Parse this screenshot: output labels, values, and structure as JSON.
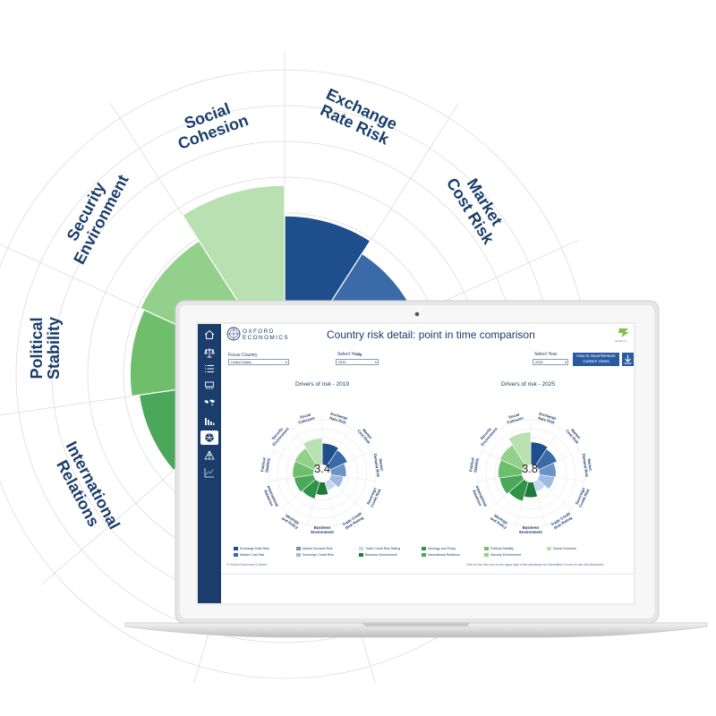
{
  "background_chart": {
    "labels": [
      {
        "text": "Exchange\nRate Risk",
        "rot": 25
      },
      {
        "text": "Market\nCost Risk",
        "rot": 58
      },
      {
        "text": "Social\nCohesion",
        "rot": -20
      },
      {
        "text": "Security\nEnvironment",
        "rot": -62
      },
      {
        "text": "Political\nStability",
        "rot": -90
      },
      {
        "text": "International\nRelations",
        "rot": 62
      }
    ]
  },
  "app": {
    "logo_line1": "OXFORD",
    "logo_line2": "ECONOMICS",
    "partner_logo": "SEARCH",
    "title": "Country risk detail: point in time comparison",
    "focus_country_label": "Focus Country",
    "focus_country_value": "United States",
    "select_year_label_1": "Select Year",
    "select_year_value_1": "2019",
    "select_year_label_2": "Select Year",
    "select_year_value_2": "2025",
    "save_views_line1": "How to Save/Restore",
    "save_views_line2": "Custom Views",
    "footer_left": "© Oxford Economics & Seenit",
    "footer_right": "Click on the Info icon on the upper right of the dashboard for information on how to use this dashboard",
    "sidebar_icons": [
      "home-icon",
      "scales-icon",
      "list-icon",
      "map-pin-icon",
      "world-map-icon",
      "bar-chart-icon",
      "pie-chart-icon",
      "globe-icon",
      "scatter-icon"
    ]
  },
  "chart_data": [
    {
      "type": "polar-area",
      "title": "Drivers of risk - 2019",
      "score": "3.4",
      "categories": [
        "Exchange Rate Risk",
        "Market Cost Risk",
        "Market Demand Risk",
        "Sovereign Credit Risk",
        "Trade Credit Risk Rating",
        "Business Environment",
        "Ideology and Policy",
        "International Relations",
        "Political Stability",
        "Security Environment",
        "Social Cohesion"
      ],
      "values": [
        3.6,
        3.2,
        2.6,
        2.2,
        1.6,
        2.2,
        3.0,
        3.3,
        3.5,
        3.6,
        4.4
      ],
      "rmax": 8
    },
    {
      "type": "polar-area",
      "title": "Drivers of risk - 2025",
      "score": "3.8",
      "categories": [
        "Exchange Rate Risk",
        "Market Cost Risk",
        "Market Demand Risk",
        "Sovereign Credit Risk",
        "Trade Credit Risk Rating",
        "Business Environment",
        "Ideology and Policy",
        "International Relations",
        "Political Stability",
        "Security Environment",
        "Social Cohesion"
      ],
      "values": [
        3.8,
        3.4,
        2.8,
        2.6,
        1.8,
        2.6,
        3.4,
        3.8,
        4.0,
        4.2,
        5.4
      ],
      "rmax": 8
    }
  ],
  "chart_labels": [
    "Exchange\nRate Risk",
    "Market\nCost Risk",
    "Market\nDemand Risk",
    "Sovereign\nCredit Risk",
    "Trade Credit\nRisk Rating",
    "Business\nEnvironment",
    "Ideology\nand Policy",
    "International\nRelations",
    "Political\nStability",
    "Security\nEnvironment",
    "Social\nCohesion"
  ],
  "colors": [
    "#1f4e8c",
    "#3a6aa8",
    "#6a92c4",
    "#9dbbe0",
    "#c5d8ef",
    "#1f7a3a",
    "#2f9446",
    "#4ba85a",
    "#6fbe6b",
    "#93d08c",
    "#b8e0b0"
  ],
  "legend": [
    {
      "label": "Exchange Rate Risk",
      "color": "#1f4e8c"
    },
    {
      "label": "Market Demand Risk",
      "color": "#6a92c4"
    },
    {
      "label": "Trade Credit Risk Rating",
      "color": "#c5d8ef"
    },
    {
      "label": "Ideology and Policy",
      "color": "#2f9446"
    },
    {
      "label": "Political Stability",
      "color": "#6fbe6b"
    },
    {
      "label": "Social Cohesion",
      "color": "#b8e0b0"
    },
    {
      "label": "Market Cost Risk",
      "color": "#3a6aa8"
    },
    {
      "label": "Sovereign Credit Risk",
      "color": "#9dbbe0"
    },
    {
      "label": "Business Environment",
      "color": "#1f7a3a"
    },
    {
      "label": "International Relations",
      "color": "#4ba85a"
    },
    {
      "label": "Security Environment",
      "color": "#93d08c"
    }
  ]
}
